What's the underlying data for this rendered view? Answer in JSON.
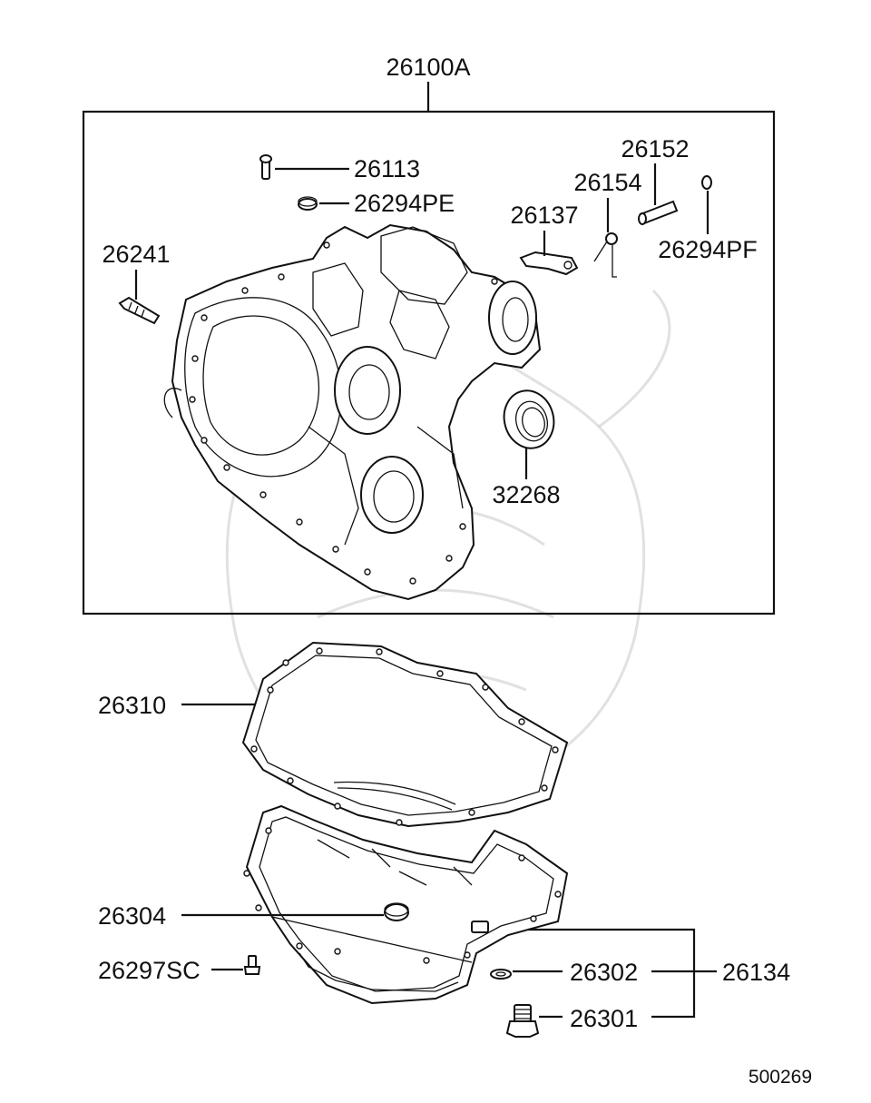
{
  "diagram": {
    "figure_code": "500269",
    "assembly_label": "26100A",
    "callouts": {
      "p26113": "26113",
      "p26294PE": "26294PE",
      "p26152": "26152",
      "p26154": "26154",
      "p26137": "26137",
      "p26294PF": "26294PF",
      "p26241": "26241",
      "p32268": "32268",
      "p26310": "26310",
      "p26304": "26304",
      "p26297SC": "26297SC",
      "p26302": "26302",
      "p26134": "26134",
      "p26301": "26301"
    },
    "icons": {
      "watermark": "samurai-helmet-watermark",
      "housing": "transmission-case-housing",
      "gasket": "oil-pan-gasket",
      "pan": "oil-pan"
    }
  }
}
